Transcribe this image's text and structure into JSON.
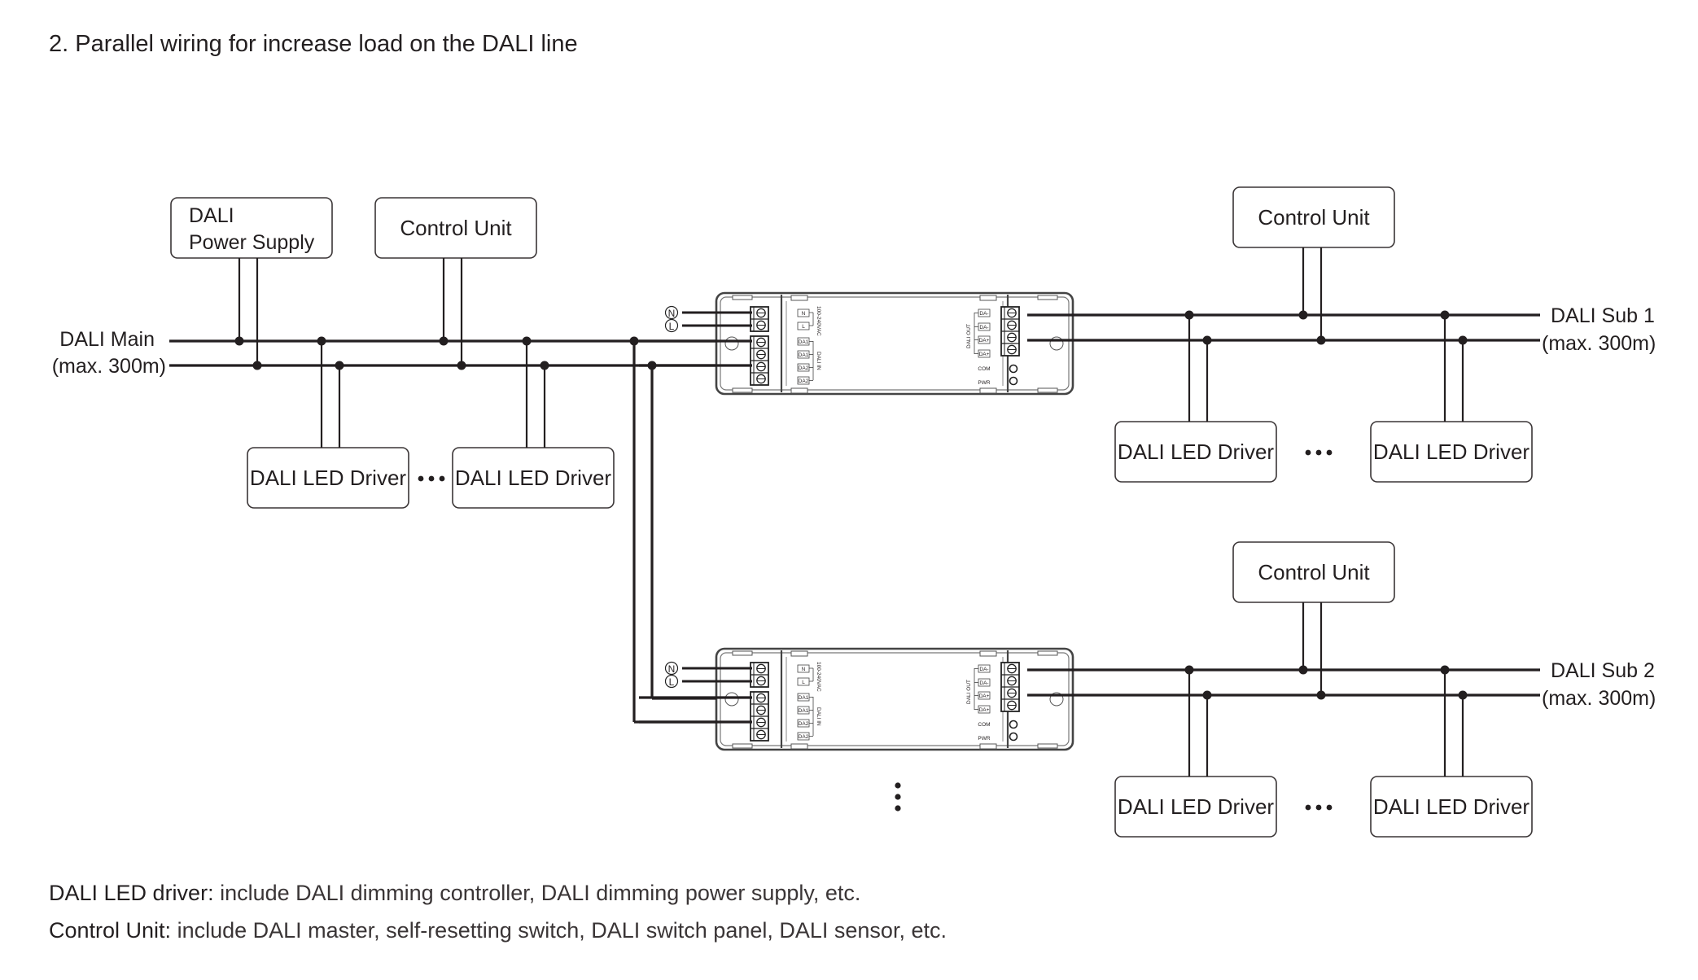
{
  "title": "2. Parallel wiring for increase load on the DALI line",
  "main_bus": {
    "label_line1": "DALI Main",
    "label_line2": "(max. 300m)",
    "power_supply": {
      "line1": "DALI",
      "line2": "Power Supply"
    },
    "control_unit": "Control Unit",
    "drivers": [
      "DALI LED Driver",
      "DALI LED Driver"
    ],
    "ellipsis": "•••"
  },
  "repeater_module": {
    "inputs": {
      "neutral": "N",
      "live": "L"
    },
    "ac_label": "100-240VAC",
    "dali_in_label": "DALI IN",
    "dali_in_terminals": [
      "DA1",
      "DA1",
      "DA2",
      "DA2"
    ],
    "ac_terminals": [
      "N",
      "L"
    ],
    "dali_out_label": "DALI OUT",
    "dali_out_terminals": [
      "DA-",
      "DA-",
      "DA+",
      "DA+"
    ],
    "indicators": [
      "COM",
      "PWR"
    ]
  },
  "sub_buses": [
    {
      "label_line1": "DALI Sub 1",
      "label_line2": "(max. 300m)",
      "control_unit": "Control Unit",
      "drivers": [
        "DALI LED Driver",
        "DALI LED Driver"
      ],
      "ellipsis": "•••"
    },
    {
      "label_line1": "DALI Sub 2",
      "label_line2": "(max. 300m)",
      "control_unit": "Control Unit",
      "drivers": [
        "DALI LED Driver",
        "DALI LED Driver"
      ],
      "ellipsis": "•••"
    }
  ],
  "more_modules_indicator": "vertical-ellipsis",
  "notes": [
    {
      "term": "DALI LED driver:",
      "description": " include DALI dimming controller, DALI dimming power supply, etc."
    },
    {
      "term": "Control Unit:",
      "description": " include DALI master, self-resetting switch, DALI switch panel, DALI sensor, etc."
    }
  ],
  "colors": {
    "line": "#231f20",
    "box_border": "#3a3536",
    "module_outline": "#555555"
  }
}
